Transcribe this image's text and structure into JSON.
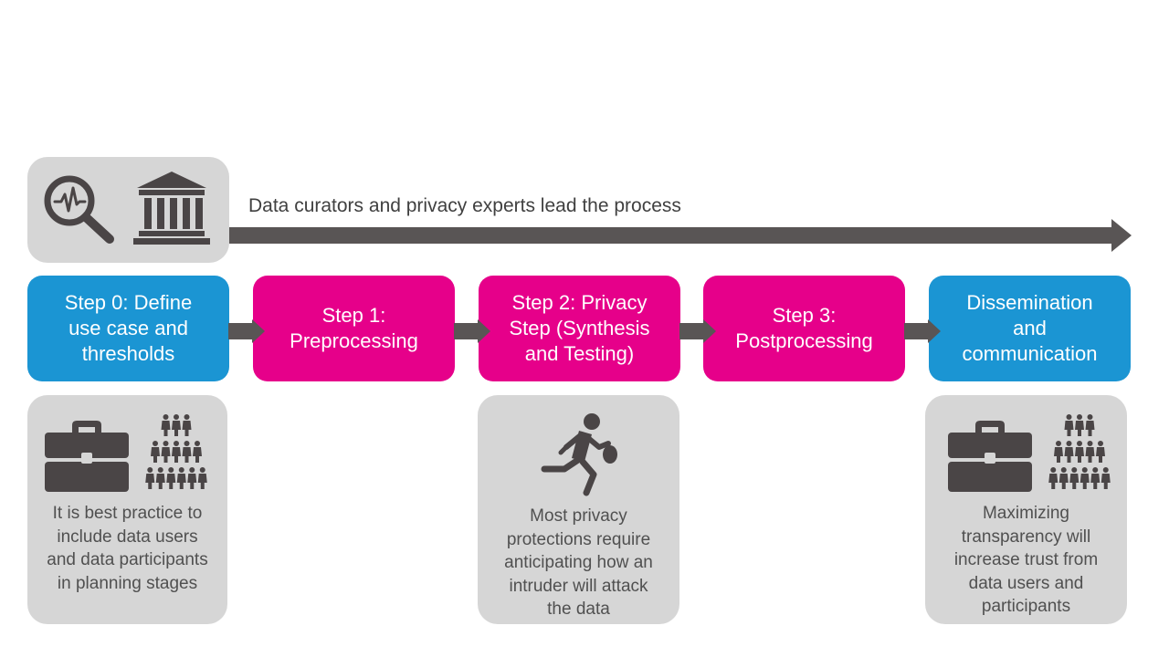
{
  "header": {
    "lead_text": "Data curators and privacy experts lead the process",
    "icons": [
      "magnifier-pulse-icon",
      "institution-icon"
    ]
  },
  "steps": [
    {
      "lines": [
        "Step 0: Define",
        "use case and",
        "thresholds"
      ],
      "color": "#1b95d3"
    },
    {
      "lines": [
        "Step 1:",
        "Preprocessing"
      ],
      "color": "#e6008a"
    },
    {
      "lines": [
        "Step 2: Privacy",
        "Step (Synthesis",
        "and Testing)"
      ],
      "color": "#e6008a"
    },
    {
      "lines": [
        "Step 3:",
        "Postprocessing"
      ],
      "color": "#e6008a"
    },
    {
      "lines": [
        "Dissemination",
        "and",
        "communication"
      ],
      "color": "#1b95d3"
    }
  ],
  "notes": {
    "step0": {
      "icons": [
        "briefcase-icon",
        "people-pyramid-icon"
      ],
      "lines": [
        "It is best practice to",
        "include data users",
        "and data participants",
        "in planning stages"
      ]
    },
    "step2": {
      "icons": [
        "running-thief-icon"
      ],
      "lines": [
        "Most privacy",
        "protections require",
        "anticipating how an",
        "intruder will attack",
        "the data"
      ]
    },
    "dissemination": {
      "icons": [
        "briefcase-icon",
        "people-pyramid-icon"
      ],
      "lines": [
        "Maximizing",
        "transparency will",
        "increase trust from",
        "data users and",
        "participants"
      ]
    }
  },
  "colors": {
    "blue": "#1b95d3",
    "magenta": "#e6008a",
    "gray_box": "#d6d6d6",
    "dark_icon": "#4a4546",
    "arrow": "#595555"
  }
}
